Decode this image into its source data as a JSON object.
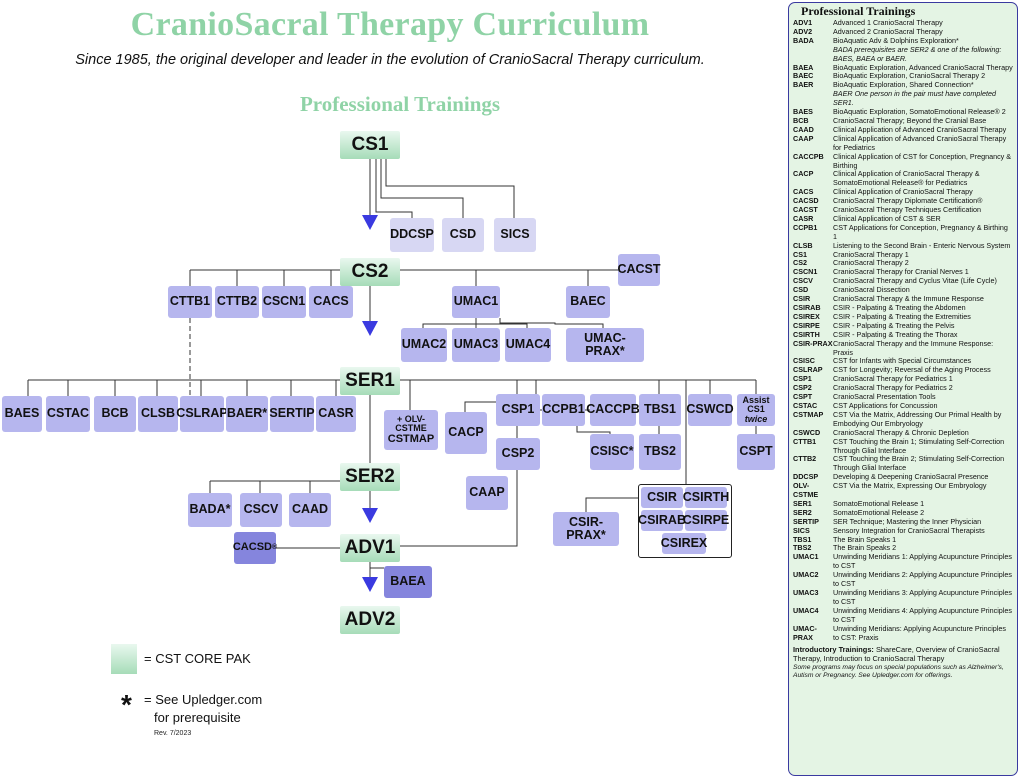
{
  "header": {
    "title": "CranioSacral Therapy Curriculum",
    "tagline": "Since 1985, the original developer and leader in the evolution of CranioSacral Therapy curriculum.",
    "section": "Professional Trainings"
  },
  "courses": {
    "cs1": "CS1",
    "cs2": "CS2",
    "ser1": "SER1",
    "ser2": "SER2",
    "adv1": "ADV1",
    "adv2": "ADV2",
    "ddcsp": "DDCSP",
    "csd": "CSD",
    "sics": "SICS",
    "cttb1": "CTTB1",
    "cttb2": "CTTB2",
    "cscn1": "CSCN1",
    "cacs": "CACS",
    "umac1": "UMAC1",
    "baec": "BAEC",
    "cacst": "CACST",
    "umac2": "UMAC2",
    "umac3": "UMAC3",
    "umac4": "UMAC4",
    "umac_prax": "UMAC-PRAX*",
    "baes": "BAES",
    "cstac": "CSTAC",
    "bcb": "BCB",
    "clsb": "CLSB",
    "cslrap": "CSLRAP",
    "baer": "BAER*",
    "sertip": "SERTIP",
    "casr": "CASR",
    "olv_prefix": "+ OLV-CSTME",
    "cstmap": "CSTMAP",
    "cacp": "CACP",
    "csp1": "CSP1",
    "csp2": "CSP2",
    "ccpb1": "CCPB1",
    "caccpb": "CACCPB",
    "csisc": "CSISC*",
    "tbs1": "TBS1",
    "tbs2": "TBS2",
    "cswcd": "CSWCD",
    "assist_line1": "Assist",
    "assist_line2a": "CS1",
    "assist_line2b": "twice",
    "cspt": "CSPT",
    "caap": "CAAP",
    "csir_prax": "CSIR-PRAX*",
    "csir": "CSIR",
    "csirth": "CSIRTH",
    "csirab": "CSIRAB",
    "csirpe": "CSIRPE",
    "csirex": "CSIREX",
    "bada": "BADA*",
    "cscv": "CSCV",
    "caad": "CAAD",
    "cacsd": "CACSD",
    "cacsd_mark": "®",
    "baea": "BAEA"
  },
  "legend": {
    "core": "= CST CORE PAK",
    "star_symbol": "*",
    "prereq_line1": "= See Upledger.com",
    "prereq_line2": "for prerequisite",
    "rev": "Rev. 7/2023"
  },
  "glossary": {
    "title": "Professional Trainings",
    "entries": [
      {
        "code": "ADV1",
        "def": "Advanced 1 CranioSacral Therapy"
      },
      {
        "code": "ADV2",
        "def": "Advanced 2 CranioSacral Therapy"
      },
      {
        "code": "BADA",
        "def": "BioAquatic Adv & Dolphins Exploration*",
        "note": "BADA prerequisites are SER2 & one of the following: BAES, BAEA or BAER."
      },
      {
        "code": "BAEA",
        "def": "BioAquatic Exploration, Advanced CranioSacral Therapy"
      },
      {
        "code": "BAEC",
        "def": "BioAquatic Exploration, CranioSacral Therapy 2"
      },
      {
        "code": "BAER",
        "def": "BioAquatic Exploration, Shared Connection*",
        "note": "BAER One person in the pair must have completed SER1."
      },
      {
        "code": "BAES",
        "def": "BioAquatic Exploration, SomatoEmotional Release® 2"
      },
      {
        "code": "BCB",
        "def": "CranioSacral Therapy; Beyond the Cranial Base"
      },
      {
        "code": "CAAD",
        "def": "Clinical Application of Advanced CranioSacral Therapy"
      },
      {
        "code": "CAAP",
        "def": "Clinical Application of Advanced CranioSacral Therapy for Pediatrics"
      },
      {
        "code": "CACCPB",
        "def": "Clinical Application of CST for Conception, Pregnancy & Birthing"
      },
      {
        "code": "CACP",
        "def": "Clinical Application of CranioSacral Therapy & SomatoEmotional Release® for Pediatrics"
      },
      {
        "code": "CACS",
        "def": "Clinical Application of CranioSacral Therapy"
      },
      {
        "code": "CACSD",
        "def": "CranioSacral Therapy Diplomate Certification®"
      },
      {
        "code": "CACST",
        "def": "CranioSacral Therapy Techniques Certification"
      },
      {
        "code": "CASR",
        "def": "Clinical Application of CST & SER"
      },
      {
        "code": "CCPB1",
        "def": "CST Applications for Conception, Pregnancy & Birthing 1"
      },
      {
        "code": "CLSB",
        "def": "Listening to the Second Brain - Enteric Nervous System"
      },
      {
        "code": "CS1",
        "def": "CranioSacral Therapy 1"
      },
      {
        "code": "CS2",
        "def": "CranioSacral Therapy 2"
      },
      {
        "code": "CSCN1",
        "def": "CranioSacral Therapy for Cranial Nerves 1"
      },
      {
        "code": "CSCV",
        "def": "CranioSacral Therapy and Cyclus Vitae (Life Cycle)"
      },
      {
        "code": "CSD",
        "def": "CranioSacral Dissection"
      },
      {
        "code": "CSIR",
        "def": "CranioSacral Therapy & the Immune Response"
      },
      {
        "code": "CSIRAB",
        "def": "CSIR - Palpating & Treating the Abdomen"
      },
      {
        "code": "CSIREX",
        "def": "CSIR - Palpating & Treating the Extremities"
      },
      {
        "code": "CSIRPE",
        "def": "CSIR - Palpating & Treating the Pelvis"
      },
      {
        "code": "CSIRTH",
        "def": "CSIR - Palpating & Treating the Thorax"
      },
      {
        "code": "CSIR-PRAX",
        "def": "CranioSacral Therapy and the Immune Response: Praxis"
      },
      {
        "code": "CSISC",
        "def": "CST for Infants with Special Circumstances"
      },
      {
        "code": "CSLRAP",
        "def": "CST for Longevity; Reversal of the Aging Process"
      },
      {
        "code": "CSP1",
        "def": "CranioSacral Therapy for Pediatrics 1"
      },
      {
        "code": "CSP2",
        "def": "CranioSacral Therapy for Pediatrics 2"
      },
      {
        "code": "CSPT",
        "def": "CranioSacral Presentation Tools"
      },
      {
        "code": "CSTAC",
        "def": "CST Applications for Concussion"
      },
      {
        "code": "CSTMAP",
        "def": "CST Via the Matrix, Addressing Our Primal Health by Embodying Our Embryology"
      },
      {
        "code": "CSWCD",
        "def": "CranioSacral Therapy & Chronic Depletion"
      },
      {
        "code": "CTTB1",
        "def": "CST Touching the Brain 1; Stimulating Self-Correction Through Glial Interface"
      },
      {
        "code": "CTTB2",
        "def": "CST Touching the Brain 2; Stimulating Self-Correction Through Glial Interface"
      },
      {
        "code": "DDCSP",
        "def": "Developing & Deepening CranioSacral Presence"
      },
      {
        "code": "OLV-CSTME",
        "def": "CST Via the Matrix, Expressing Our Embryology"
      },
      {
        "code": "SER1",
        "def": "SomatoEmotional Release 1"
      },
      {
        "code": "SER2",
        "def": "SomatoEmotional Release 2"
      },
      {
        "code": "SERTIP",
        "def": "SER Technique; Mastering the Inner Physician"
      },
      {
        "code": "SICS",
        "def": "Sensory Integration for CranioSacral Therapists"
      },
      {
        "code": "TBS1",
        "def": "The Brain Speaks 1"
      },
      {
        "code": "TBS2",
        "def": "The Brain Speaks 2"
      },
      {
        "code": "UMAC1",
        "def": "Unwinding Meridians 1: Applying Acupuncture Principles to CST"
      },
      {
        "code": "UMAC2",
        "def": "Unwinding Meridians 2: Applying Acupuncture Principles to CST"
      },
      {
        "code": "UMAC3",
        "def": "Unwinding Meridians 3: Applying Acupuncture Principles to CST"
      },
      {
        "code": "UMAC4",
        "def": "Unwinding Meridians 4: Applying Acupuncture Principles to CST"
      },
      {
        "code": "UMAC-PRAX",
        "def": "Unwinding Meridians: Applying Acupuncture Principles to CST: Praxis"
      }
    ],
    "intro_label": "Introductory Trainings:",
    "intro_text": "ShareCare, Overview of CranioSacral Therapy, Introduction to CranioSacral Therapy",
    "footnote": "Some programs may focus on special populations such as Alzheimer's, Autism or Pregnancy. See Upledger.com for offerings."
  }
}
